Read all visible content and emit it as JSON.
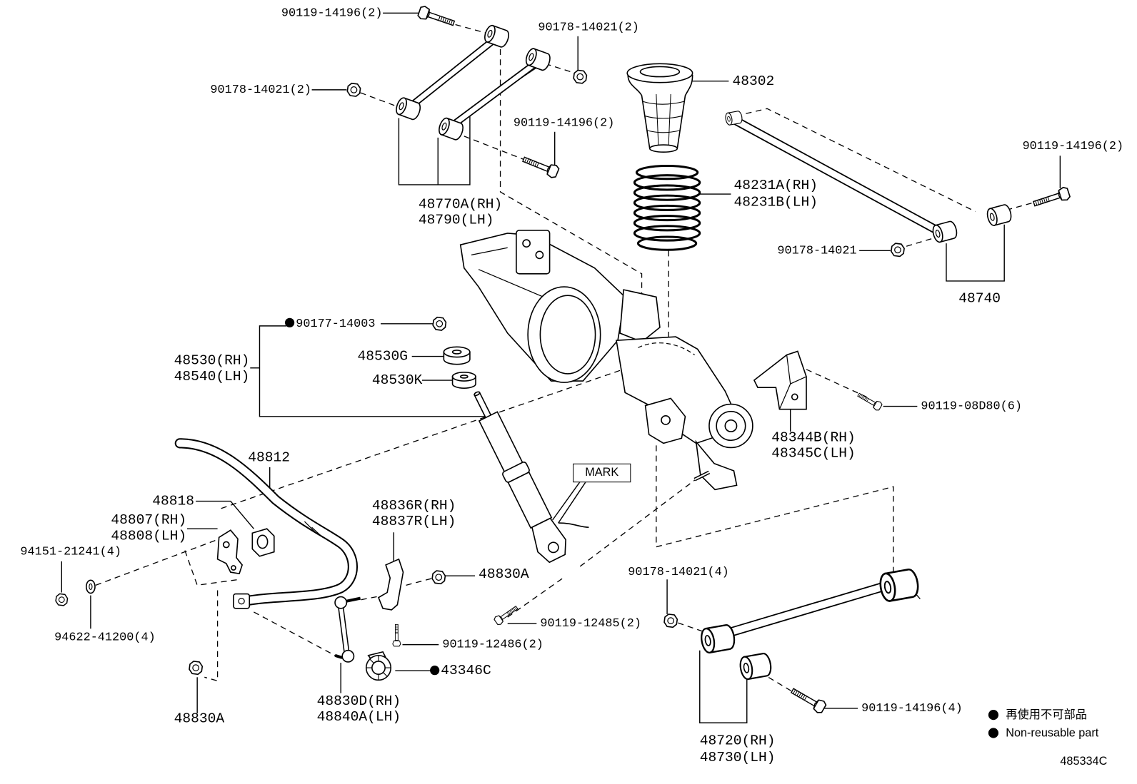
{
  "parts": [
    {
      "lines": [
        "90119-14196(2)"
      ]
    },
    {
      "lines": [
        "90178-14021(2)"
      ]
    },
    {
      "lines": [
        "90178-14021(2)"
      ]
    },
    {
      "lines": [
        "48302"
      ]
    },
    {
      "lines": [
        "90119-14196(2)"
      ]
    },
    {
      "lines": [
        "90119-14196(2)"
      ]
    },
    {
      "lines": [
        "48231A(RH)",
        "48231B(LH)"
      ]
    },
    {
      "lines": [
        "48770A(RH)",
        "48790(LH)"
      ]
    },
    {
      "lines": [
        "90178-14021"
      ]
    },
    {
      "lines": [
        "48740"
      ]
    },
    {
      "lines": [
        "90177-14003"
      ],
      "non_reusable": true
    },
    {
      "lines": [
        "48530G"
      ]
    },
    {
      "lines": [
        "48530(RH)",
        "48540(LH)"
      ]
    },
    {
      "lines": [
        "48530K"
      ]
    },
    {
      "lines": [
        "90119-08D80(6)"
      ]
    },
    {
      "lines": [
        "48344B(RH)",
        "48345C(LH)"
      ]
    },
    {
      "lines": [
        "48812"
      ]
    },
    {
      "lines": [
        "48818"
      ]
    },
    {
      "lines": [
        "48836R(RH)",
        "48837R(LH)"
      ]
    },
    {
      "lines": [
        "48807(RH)",
        "48808(LH)"
      ]
    },
    {
      "lines": [
        "94151-21241(4)"
      ]
    },
    {
      "lines": [
        "48830A"
      ]
    },
    {
      "lines": [
        "90178-14021(4)"
      ]
    },
    {
      "lines": [
        "90119-12485(2)"
      ]
    },
    {
      "lines": [
        "94622-41200(4)"
      ]
    },
    {
      "lines": [
        "90119-12486(2)"
      ]
    },
    {
      "lines": [
        "43346C"
      ],
      "non_reusable": true
    },
    {
      "lines": [
        "90119-14196(4)"
      ]
    },
    {
      "lines": [
        "48830D(RH)",
        "48840A(LH)"
      ]
    },
    {
      "lines": [
        "48830A"
      ]
    },
    {
      "lines": [
        "48720(RH)",
        "48730(LH)"
      ]
    }
  ],
  "mark_label": "MARK",
  "legend": {
    "items": [
      "再使用不可部品",
      "Non-reusable part"
    ],
    "marker": "filled-circle-icon"
  },
  "diagram_id": "485334C"
}
